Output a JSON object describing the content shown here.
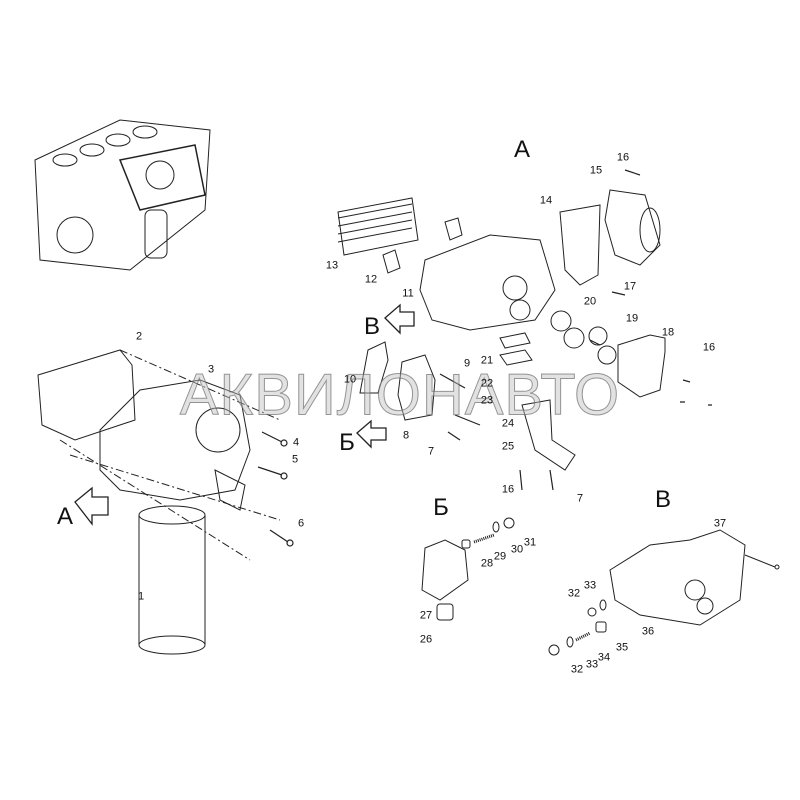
{
  "watermark": "АКВИЛОНАВТО",
  "view_letters": {
    "a_main": "А",
    "b_main": "Б",
    "v_main": "В",
    "a_arrow": "А",
    "b_arrow": "Б",
    "v_arrow": "В"
  },
  "callouts": [
    "1",
    "2",
    "3",
    "4",
    "5",
    "6",
    "7",
    "8",
    "9",
    "10",
    "11",
    "12",
    "13",
    "14",
    "15",
    "16",
    "16",
    "16",
    "16",
    "17",
    "18",
    "19",
    "20",
    "21",
    "22",
    "23",
    "24",
    "25",
    "7",
    "26",
    "27",
    "28",
    "29",
    "30",
    "31",
    "32",
    "33",
    "34",
    "35",
    "36",
    "37",
    "32",
    "33"
  ]
}
